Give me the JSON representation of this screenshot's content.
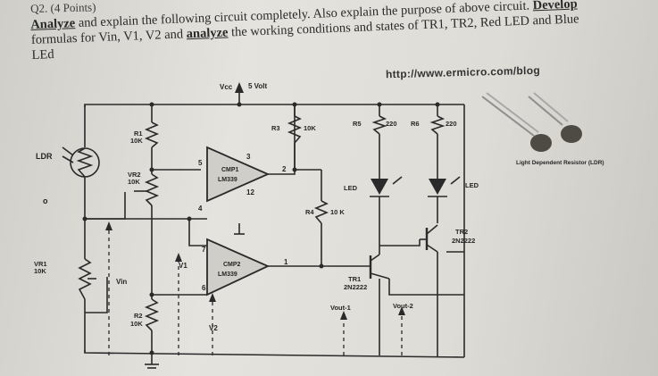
{
  "header": {
    "question": "Q2. (4 Points)",
    "verb1": "Analyze",
    "text1": " and explain the following circuit completely. Also explain the purpose of above circuit. ",
    "verb2": "Develop",
    "text2": " formulas for Vin, V1, V2 and ",
    "verb3": "analyze",
    "text3": " the working conditions and states of TR1, TR2, Red LED and Blue LEd",
    "url": "http://www.ermicro.com/blog"
  },
  "circuit": {
    "vcc": "Vcc",
    "supply": "5 Volt",
    "ldr": "LDR",
    "r1": "R1",
    "r1_val": "10K",
    "vr2": "VR2",
    "vr2_val": "10K",
    "vr1": "VR1",
    "vr1_val": "10K",
    "vin": "Vin",
    "v1": "V1",
    "v2": "V2",
    "r2": "R2",
    "r2_val": "10K",
    "cmp1": "CMP1",
    "cmp1_chip": "LM339",
    "cmp2": "CMP2",
    "cmp2_chip": "LM339",
    "pin5": "5",
    "pin3": "3",
    "pin2": "2",
    "pin4": "4",
    "pin12": "12",
    "pin7": "7",
    "pin6": "6",
    "pin1": "1",
    "r3": "R3",
    "r3_val": "10K",
    "r4": "R4",
    "r4_val": "10 K",
    "r5": "R5",
    "r5_val": "220",
    "r6": "R6",
    "r6_val": "220",
    "led1": "LED",
    "led2": "LED",
    "tr1": "TR1",
    "tr1_part": "2N2222",
    "tr2": "TR2",
    "tr2_part": "2N2222",
    "vout1": "Vout-1",
    "vout2": "Vout-2",
    "ldr_caption": "Light Dependent Resistor (LDR)",
    "node_o": "o"
  }
}
